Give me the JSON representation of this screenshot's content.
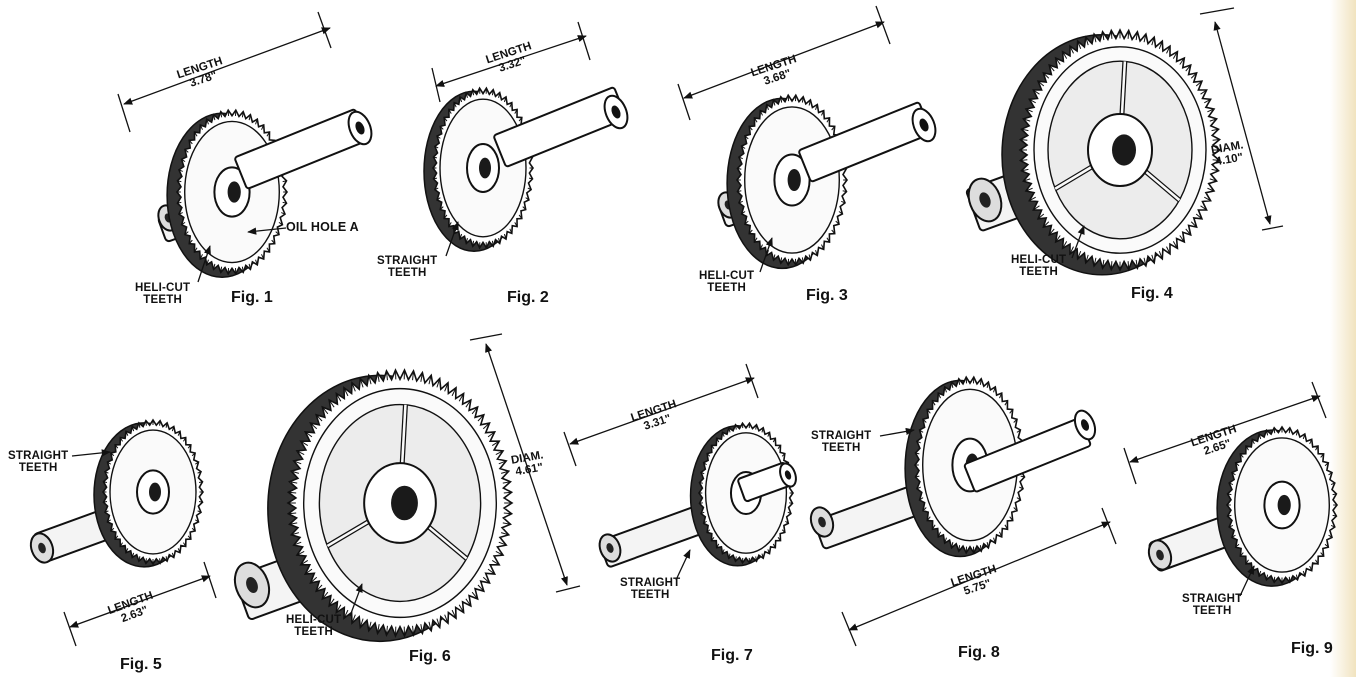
{
  "figures": [
    {
      "caption": "Fig. 1",
      "dimension": {
        "label": "LENGTH",
        "value": "3.78\""
      },
      "callouts": [
        "HELI-CUT",
        "TEETH"
      ],
      "extra_callout": "OIL  HOLE  A"
    },
    {
      "caption": "Fig. 2",
      "dimension": {
        "label": "LENGTH",
        "value": "3.32\""
      },
      "callouts": [
        "STRAIGHT",
        "TEETH"
      ]
    },
    {
      "caption": "Fig. 3",
      "dimension": {
        "label": "LENGTH",
        "value": "3.68\""
      },
      "callouts": [
        "HELI-CUT",
        "TEETH"
      ]
    },
    {
      "caption": "Fig. 4",
      "dimension": {
        "label": "DIAM.",
        "value": "4.10\""
      },
      "callouts": [
        "HELI-CUT",
        "TEETH"
      ]
    },
    {
      "caption": "Fig. 5",
      "dimension": {
        "label": "LENGTH",
        "value": "2.63\""
      },
      "callouts": [
        "STRAIGHT",
        "TEETH"
      ]
    },
    {
      "caption": "Fig. 6",
      "dimension": {
        "label": "DIAM.",
        "value": "4.61\""
      },
      "callouts": [
        "HELI-CUT",
        "TEETH"
      ]
    },
    {
      "caption": "Fig. 7",
      "dimension": {
        "label": "LENGTH",
        "value": "3.31\""
      },
      "callouts": [
        "STRAIGHT",
        "TEETH"
      ]
    },
    {
      "caption": "Fig. 8",
      "dimension": {
        "label": "LENGTH",
        "value": "5.75\""
      },
      "callouts": [
        "STRAIGHT",
        "TEETH"
      ]
    },
    {
      "caption": "Fig. 9",
      "dimension": {
        "label": "LENGTH",
        "value": "2.65\""
      },
      "callouts": [
        "STRAIGHT",
        "TEETH"
      ]
    }
  ]
}
